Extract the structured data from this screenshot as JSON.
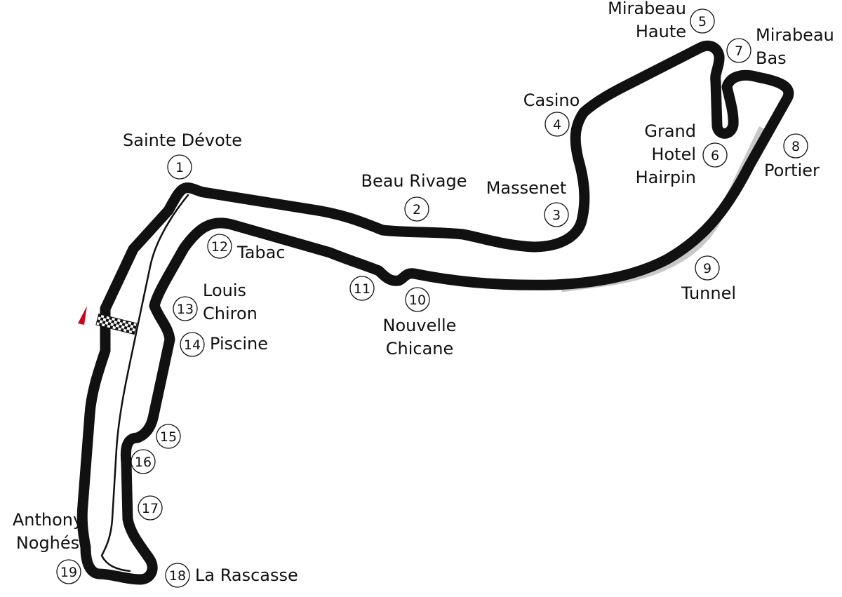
{
  "colors": {
    "track": "#111111",
    "barrier": "#c8c8c8",
    "pit_lane": "#111111",
    "flag_marker": "#d0021b",
    "background": "#ffffff"
  },
  "start_finish": {
    "icon": "checkered-flag-icon",
    "direction_icon": "red-triangle-icon"
  },
  "corners": [
    {
      "number": "1",
      "name_lines": [
        "Sainte Dévote"
      ]
    },
    {
      "number": "2",
      "name_lines": [
        "Beau Rivage"
      ]
    },
    {
      "number": "3",
      "name_lines": [
        "Massenet"
      ]
    },
    {
      "number": "4",
      "name_lines": [
        "Casino"
      ]
    },
    {
      "number": "5",
      "name_lines": [
        "Mirabeau",
        "Haute"
      ]
    },
    {
      "number": "6",
      "name_lines": [
        "Grand",
        "Hotel",
        "Hairpin"
      ]
    },
    {
      "number": "7",
      "name_lines": [
        "Mirabeau",
        "Bas"
      ]
    },
    {
      "number": "8",
      "name_lines": [
        "Portier"
      ]
    },
    {
      "number": "9",
      "name_lines": [
        "Tunnel"
      ]
    },
    {
      "number": "10",
      "name_lines": [
        "Nouvelle",
        "Chicane"
      ]
    },
    {
      "number": "11",
      "name_lines": []
    },
    {
      "number": "12",
      "name_lines": [
        "Tabac"
      ]
    },
    {
      "number": "13",
      "name_lines": [
        "Louis",
        "Chiron"
      ]
    },
    {
      "number": "14",
      "name_lines": [
        "Piscine"
      ]
    },
    {
      "number": "15",
      "name_lines": []
    },
    {
      "number": "16",
      "name_lines": []
    },
    {
      "number": "17",
      "name_lines": []
    },
    {
      "number": "18",
      "name_lines": [
        "La Rascasse"
      ]
    },
    {
      "number": "19",
      "name_lines": [
        "Anthony",
        "Noghés"
      ]
    }
  ]
}
